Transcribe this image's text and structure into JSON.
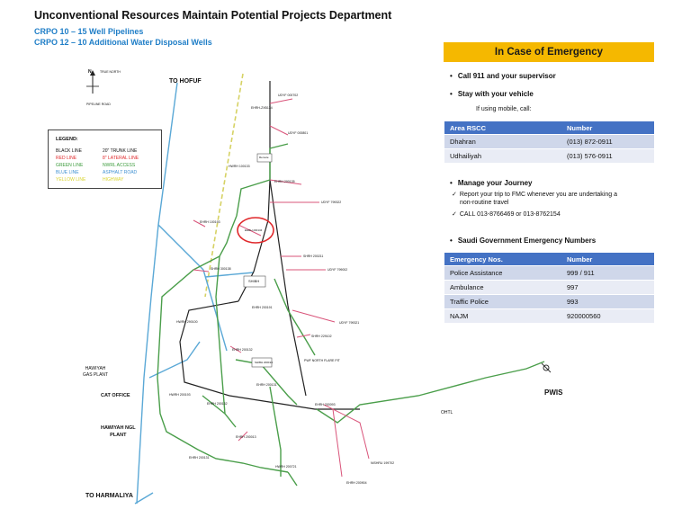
{
  "header": {
    "title": "Unconventional Resources Maintain Potential Projects Department",
    "subtitle1": "CRPO 10 – 15 Well Pipelines",
    "subtitle2": "CRPO 12 – 10 Additional Water Disposal Wells"
  },
  "map": {
    "labels": {
      "to_hofuf": "TO HOFUF",
      "to_harmaliya": "TO HARMALIYA",
      "hawiyah_gas_plant_1": "HAWIYAH",
      "hawiyah_gas_plant_2": "GAS PLANT",
      "cat_office": "CAT OFFICE",
      "hawiyah_ngl_1": "HAWIYAH NGL",
      "hawiyah_ngl_2": "PLANT",
      "pwis": "PWIS",
      "ohtl": "OHTL",
      "north": "N",
      "true_north": "TRUE NORTH",
      "pipeline_road": "PIPELINE ROAD"
    },
    "small_labels": [
      "UDYF 000702",
      "EHRH-ZXB134",
      "UDYF 000801",
      "Remote",
      "HWRH 100133",
      "EHRH 200135",
      "UDYF 799322",
      "EHRH 100193",
      "EHRH 200134",
      "SHRH 200211",
      "UDYF 799002",
      "SHIBH",
      "SHRH 300138",
      "EHRH 200191",
      "UDYF 799321",
      "SHRH 229102",
      "HWRH 290100",
      "PWF NORTH FLARE PIT",
      "EHRH 200132",
      "SHIBH 200194",
      "EHRH 200131",
      "HWRH 200193",
      "EHRH 200132",
      "EHRH 200093",
      "EHRH 200013",
      "NISHRU 199702",
      "HWRH 200721",
      "EHRH 200904",
      "EHRH 200131"
    ],
    "legend": {
      "title": "LEGEND:",
      "rows": [
        {
          "a": "BLACK LINE",
          "b": "20\" TRUNK LINE",
          "color": "#111111"
        },
        {
          "a": "RED LINE",
          "b": "8\" LATERAL LINE",
          "color": "#e0282b"
        },
        {
          "a": "GREEN LINE",
          "b": "NWRL ACCESS",
          "color": "#3b9b3b"
        },
        {
          "a": "BLUE LINE",
          "b": "ASPHALT ROAD",
          "color": "#3d8fd1"
        },
        {
          "a": "YELLOW LINE",
          "b": "HIGHWAY",
          "color": "#d9d430"
        }
      ]
    },
    "colors": {
      "trunk": "#222222",
      "lateral": "#d9547a",
      "access": "#4a9e4a",
      "road": "#5aa8d6",
      "highway": "#d6d264",
      "highlight": "#e0282b"
    }
  },
  "emergency": {
    "header": "In Case of Emergency",
    "call": "Call 911 and your supervisor",
    "stay": "Stay with your vehicle",
    "mobile": "If using mobile, call:",
    "rscc": {
      "headers": [
        "Area RSCC",
        "Number"
      ],
      "rows": [
        [
          "Dhahran",
          "(013) 872-0911"
        ],
        [
          "Udhailiyah",
          "(013) 576-0911"
        ]
      ]
    },
    "journey_title": "Manage your Journey",
    "journey_1a": "Report your trip to FMC whenever you are undertaking a",
    "journey_1b": "non-routine travel",
    "journey_2": "CALL 013-8766469 or 013-8762154",
    "gov_title": "Saudi Government Emergency Numbers",
    "gov": {
      "headers": [
        "Emergency Nos.",
        "Number"
      ],
      "rows": [
        [
          "Police Assistance",
          "999 / 911"
        ],
        [
          "Ambulance",
          "997"
        ],
        [
          "Traffic Police",
          "993"
        ],
        [
          "NAJM",
          "920000560"
        ]
      ]
    }
  }
}
